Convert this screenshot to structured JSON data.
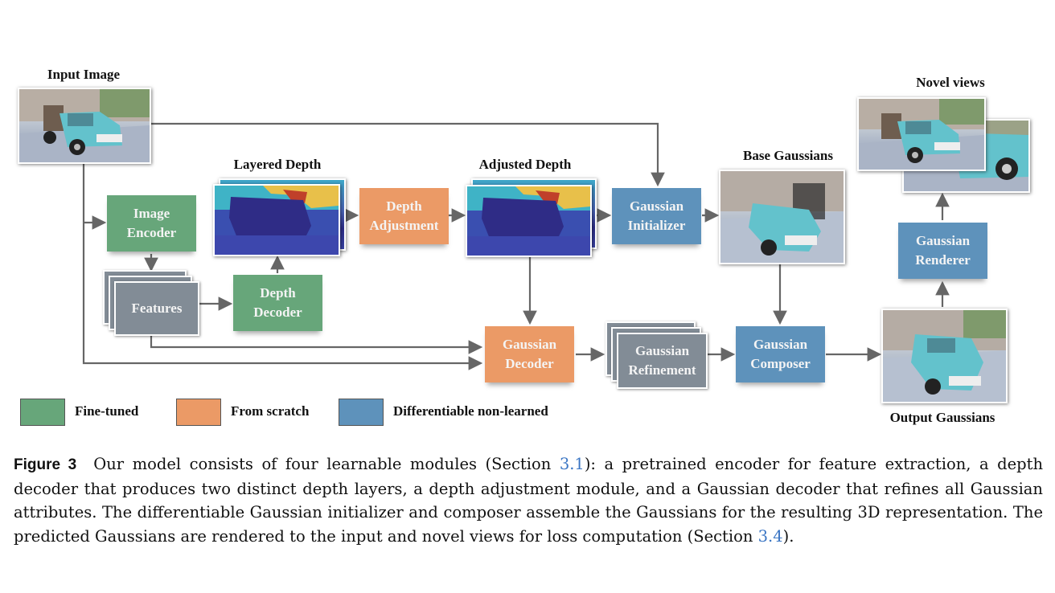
{
  "diagram": {
    "labels": {
      "input_image": "Input Image",
      "layered_depth": "Layered Depth",
      "adjusted_depth": "Adjusted Depth",
      "base_gaussians": "Base Gaussians",
      "novel_views": "Novel views",
      "output_gaussians": "Output Gaussians"
    },
    "modules": {
      "image_encoder": {
        "label": "Image\nEncoder",
        "type": "fine-tuned"
      },
      "features": {
        "label": "Features",
        "type": "intermediate"
      },
      "depth_decoder": {
        "label": "Depth\nDecoder",
        "type": "fine-tuned"
      },
      "depth_adjustment": {
        "label": "Depth\nAdjustment",
        "type": "from-scratch"
      },
      "gaussian_initializer": {
        "label": "Gaussian\nInitializer",
        "type": "differentiable-non-learned"
      },
      "gaussian_decoder": {
        "label": "Gaussian\nDecoder",
        "type": "from-scratch"
      },
      "gaussian_refinement": {
        "label": "Gaussian\nRefinement",
        "type": "intermediate"
      },
      "gaussian_composer": {
        "label": "Gaussian\nComposer",
        "type": "differentiable-non-learned"
      },
      "gaussian_renderer": {
        "label": "Gaussian\nRenderer",
        "type": "differentiable-non-learned"
      }
    },
    "images": {
      "input": "truck-photo",
      "layered_depth": "depth-map-stack",
      "adjusted_depth": "depth-map-stack",
      "base_gaussians": "gaussian-render",
      "novel_views": "truck-photo-stack",
      "output_gaussians": "gaussian-render"
    }
  },
  "legend": [
    {
      "label": "Fine-tuned",
      "color": "#67a67a"
    },
    {
      "label": "From scratch",
      "color": "#eb9a66"
    },
    {
      "label": "Differentiable non-learned",
      "color": "#5e92bb"
    }
  ],
  "colors": {
    "green": "#67a67a",
    "orange": "#eb9a66",
    "blue": "#5e92bb",
    "gray": "#828c96",
    "arrow": "#666666",
    "link": "#3b76c4"
  },
  "caption": {
    "figure_label": "Figure 3",
    "part1": "Our model consists of four learnable modules (Section ",
    "ref1": "3.1",
    "part2": "): a pretrained encoder for feature extraction, a depth decoder that produces two distinct depth layers, a depth adjustment module, and a Gaussian decoder that refines all Gaussian attributes. The differentiable Gaussian initializer and composer assemble the Gaussians for the resulting 3D representation. The predicted Gaussians are rendered to the input and novel views for loss computation (Section ",
    "ref2": "3.4",
    "part3": ")."
  }
}
